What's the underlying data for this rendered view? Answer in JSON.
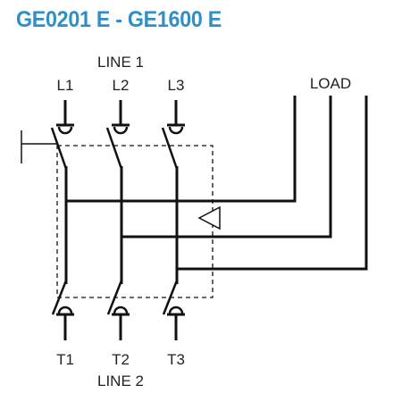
{
  "title": "GE0201 E - GE1600 E",
  "labels": {
    "line1": "LINE 1",
    "line2": "LINE 2",
    "load": "LOAD",
    "top_terminals": [
      "L1",
      "L2",
      "L3"
    ],
    "bottom_terminals": [
      "T1",
      "T2",
      "T3"
    ]
  },
  "colors": {
    "title": "#2f8fc6",
    "line": "#111111"
  }
}
